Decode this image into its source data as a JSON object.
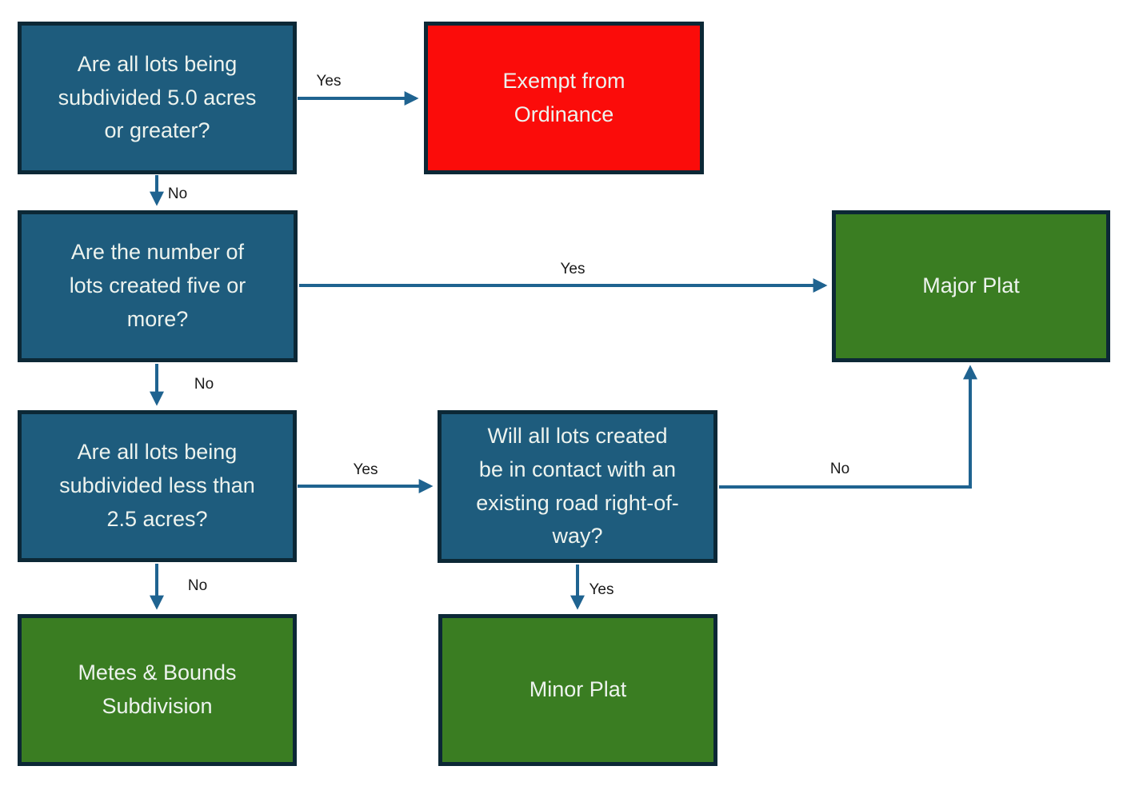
{
  "colors": {
    "question_fill": "#1E5C7D",
    "outcome_fill": "#3A7D22",
    "exempt_fill": "#FB0C0A",
    "border": "#0C2836",
    "arrow": "#1F6390",
    "node_text": "#EDF3EE",
    "label_text": "#1A1A1A"
  },
  "nodes": {
    "q1": {
      "text": "Are all lots being\nsubdivided 5.0 acres\nor greater?"
    },
    "exempt": {
      "text": "Exempt from\nOrdinance"
    },
    "q2": {
      "text": "Are the number of\nlots created five or\nmore?"
    },
    "major": {
      "text": "Major Plat"
    },
    "q3": {
      "text": "Are all lots being\nsubdivided less than\n2.5 acres?"
    },
    "q4": {
      "text": "Will all lots created\nbe in contact with an\nexisting road right-of-\nway?"
    },
    "metes": {
      "text": "Metes & Bounds\nSubdivision"
    },
    "minor": {
      "text": "Minor Plat"
    }
  },
  "edge_labels": {
    "q1_yes": "Yes",
    "q1_no": "No",
    "q2_yes": "Yes",
    "q2_no": "No",
    "q3_yes": "Yes",
    "q3_no": "No",
    "q4_no": "No",
    "q4_yes": "Yes"
  }
}
